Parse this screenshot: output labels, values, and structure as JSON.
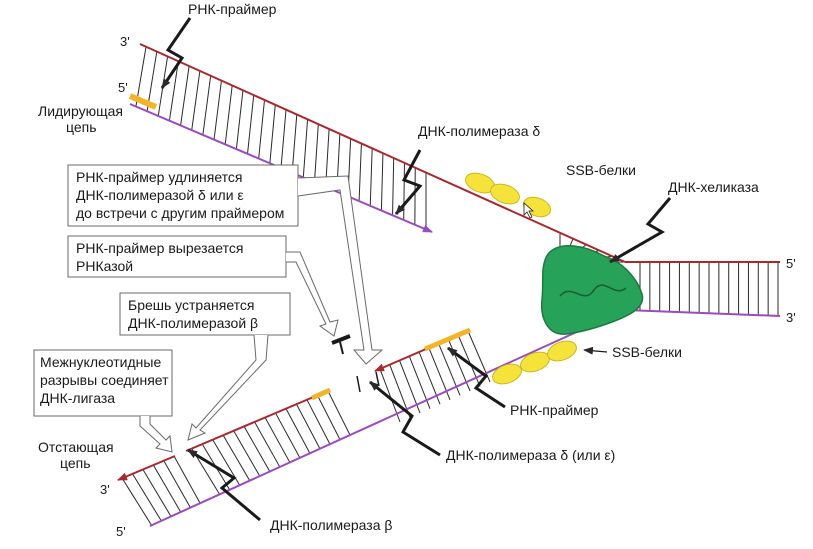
{
  "labels": {
    "rna_primer_top": "РНК-праймер",
    "leading_1": "Лидирующая",
    "leading_2": "цепь",
    "pol_delta_top": "ДНК-полимераза δ",
    "ssb_top": "SSB-белки",
    "helicase": "ДНК-хеликаза",
    "ssb_bottom": "SSB-белки",
    "rna_primer_bottom": "РНК-праймер",
    "pol_delta_eps": "ДНК-полимераза δ (или ε)",
    "lagging_1": "Отстающая",
    "lagging_2": "цепь",
    "pol_beta": "ДНК-полимераза β"
  },
  "ends": {
    "top_3": "3'",
    "top_5": "5'",
    "right_5": "5'",
    "right_3": "3'",
    "bottom_3": "3'",
    "bottom_5": "5'"
  },
  "callouts": {
    "box1": [
      "РНК-праймер удлиняется",
      "ДНК-полимеразой δ или ε",
      "до встречи с другим праймером"
    ],
    "box2": [
      "РНК-праймер вырезается",
      "РНКазой"
    ],
    "box3": [
      "Брешь устраняется",
      "ДНК-полимеразой β"
    ],
    "box4": [
      "Межнуклеотидные",
      "разрывы соединяет",
      "ДНК-лигаза"
    ]
  },
  "colors": {
    "strand_red": "#a8282e",
    "strand_purple": "#9a4bbd",
    "primer": "#f2b428",
    "helicase": "#27a259",
    "ssb": "#f5e33a",
    "line": "#2a2a2a"
  }
}
